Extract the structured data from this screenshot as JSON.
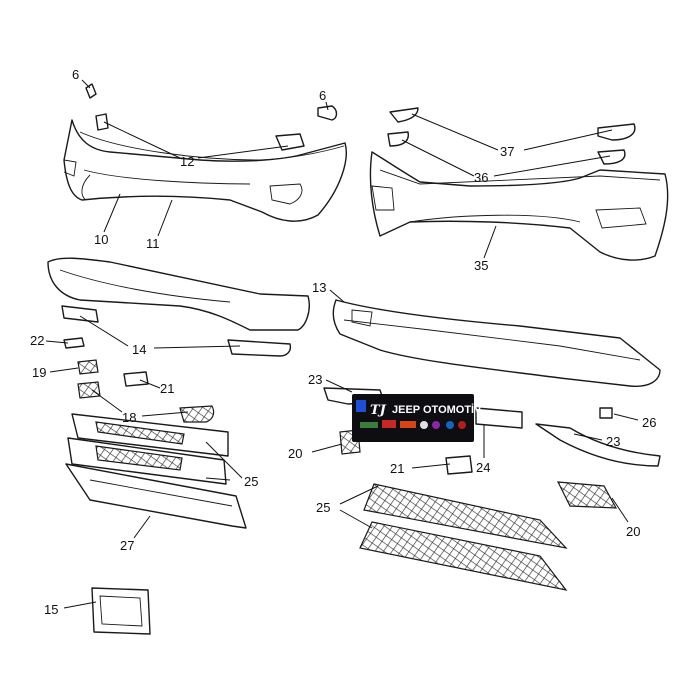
{
  "callouts": {
    "c6a": "6",
    "c6b": "6",
    "c12": "12",
    "c10": "10",
    "c11": "11",
    "c37": "37",
    "c36": "36",
    "c35": "35",
    "c13": "13",
    "c14": "14",
    "c22": "22",
    "c19": "19",
    "c21a": "21",
    "c18": "18",
    "c25a": "25",
    "c27": "27",
    "c15": "15",
    "c23a": "23",
    "c20a": "20",
    "c21b": "21",
    "c24": "24",
    "c26": "26",
    "c23b": "23",
    "c25b": "25",
    "c20b": "20"
  },
  "banner": {
    "logo": "TJ",
    "title": "JEEP OTOMOTİV",
    "background": "#0d0d12",
    "accent": "#1e4fd8"
  }
}
